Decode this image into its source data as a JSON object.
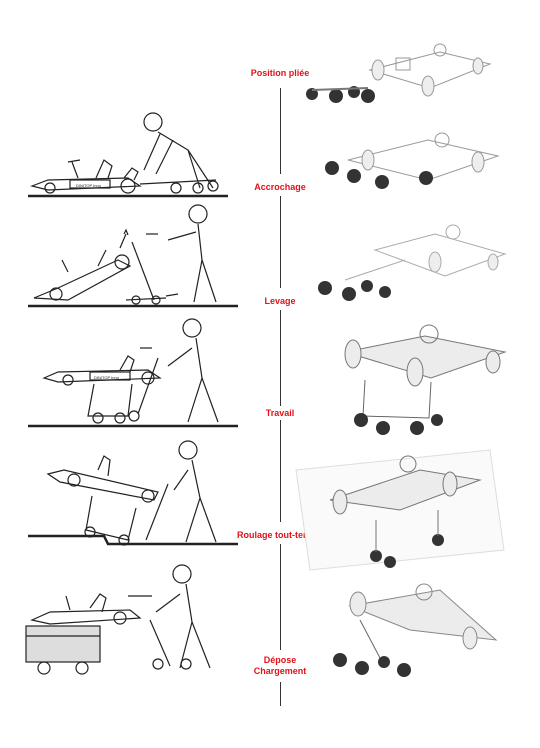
{
  "steps": [
    {
      "label": "Position pliée"
    },
    {
      "label": "Accrochage"
    },
    {
      "label": "Levage"
    },
    {
      "label": "Travail"
    },
    {
      "label": "Roulage tout-terrain"
    },
    {
      "label": "Dépose\nChargement"
    }
  ],
  "kart_logo_text": "DINITOP Inno",
  "colors": {
    "label": "#e1121a",
    "line": "#333333"
  }
}
